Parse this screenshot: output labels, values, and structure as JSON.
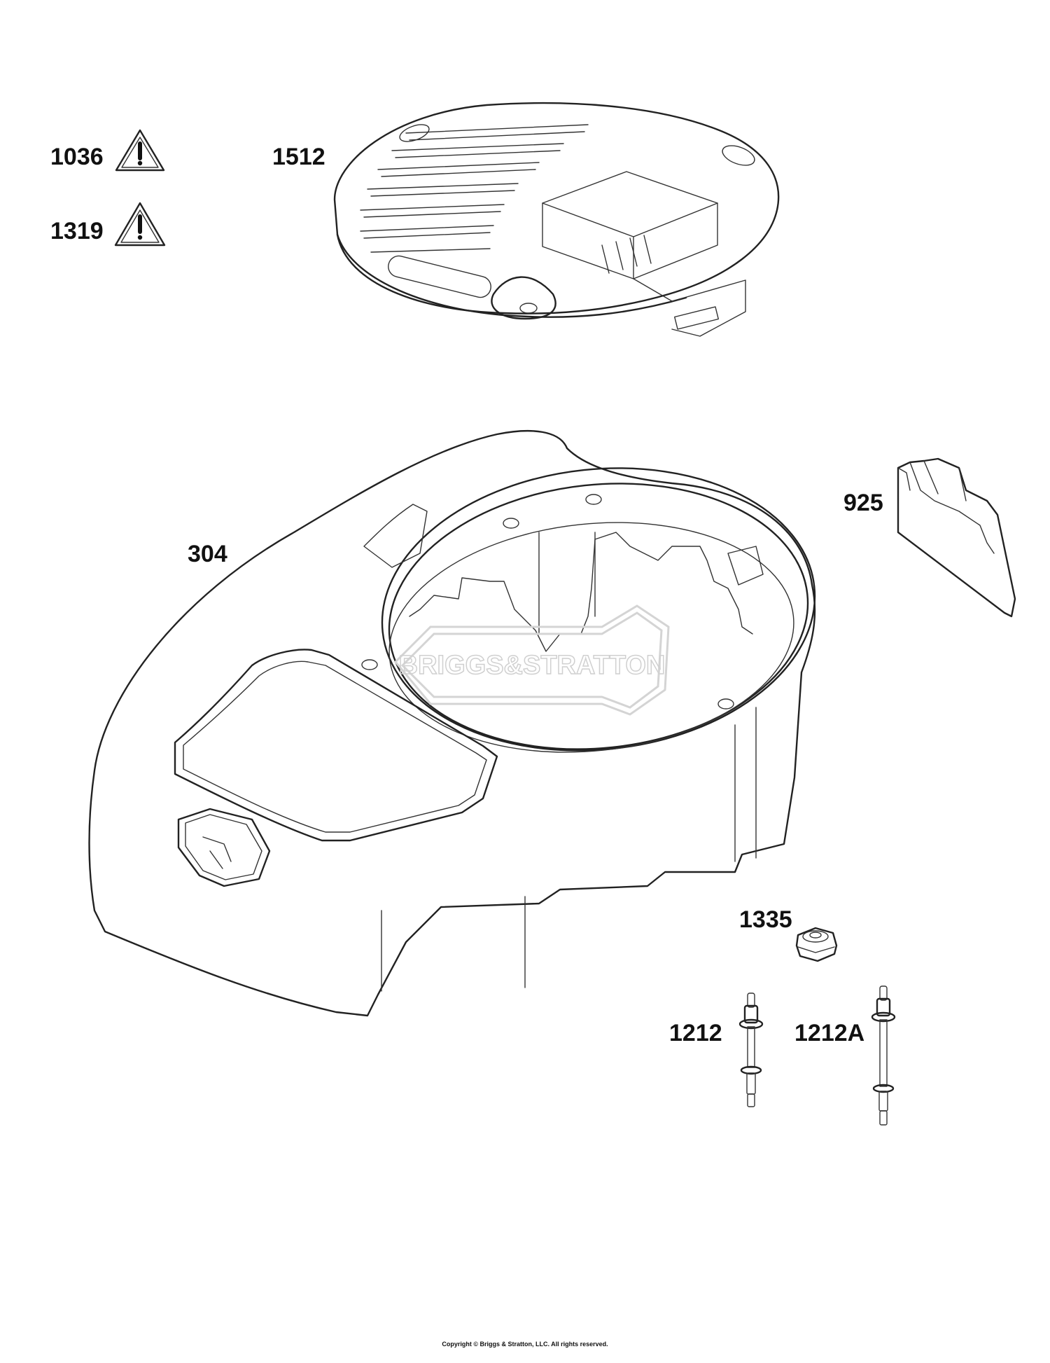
{
  "diagram": {
    "parts": [
      {
        "id": "p1036",
        "number": "1036",
        "type": "warning-label"
      },
      {
        "id": "p1319",
        "number": "1319",
        "type": "warning-label"
      },
      {
        "id": "p1512",
        "number": "1512",
        "type": "cover"
      },
      {
        "id": "p304",
        "number": "304",
        "type": "blower-housing"
      },
      {
        "id": "p925",
        "number": "925",
        "type": "shield"
      },
      {
        "id": "p1335",
        "number": "1335",
        "type": "nut"
      },
      {
        "id": "p1212",
        "number": "1212",
        "type": "stud"
      },
      {
        "id": "p1212A",
        "number": "1212A",
        "type": "stud"
      }
    ],
    "watermark": "BRIGGS&STRATTON",
    "copyright": "Copyright © Briggs & Stratton, LLC. All rights reserved."
  }
}
